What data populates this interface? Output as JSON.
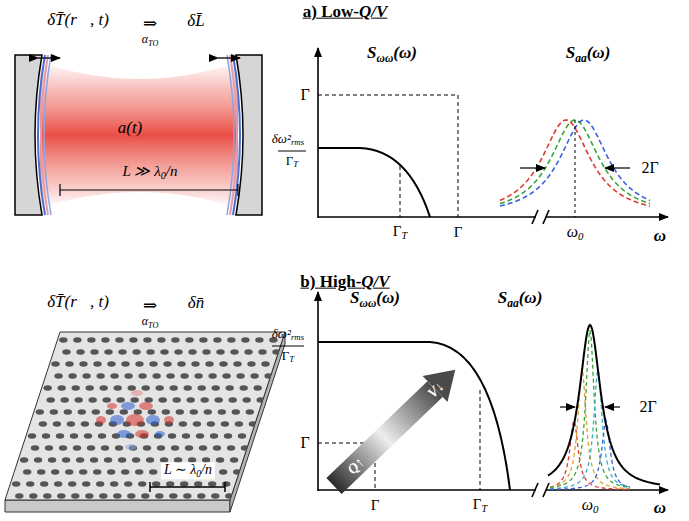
{
  "diagram": {
    "labels": [
      "a) Low-Q/V",
      "δT̄(r⃗, t)",
      "⇒",
      "αTO",
      "δL̄",
      "a(t)",
      "L ≫ λ0/n",
      "Sωω(ω)",
      "Saa(ω)",
      "Γ",
      "δω²rms",
      "ΓT",
      "ΓT",
      "Γ",
      "2Γ",
      "ω0",
      "ω",
      "b) High-Q/V",
      "δT̄(r⃗, t)",
      "⇒",
      "αTO",
      "δn̄",
      "L ∼ λ0/n",
      "Sωω(ω)",
      "Saa(ω)",
      "δω²rms",
      "ΓT",
      "Γ",
      "Γ",
      "ΓT",
      "Q↑",
      "V↓",
      "2Γ",
      "ω0",
      "ω"
    ]
  }
}
